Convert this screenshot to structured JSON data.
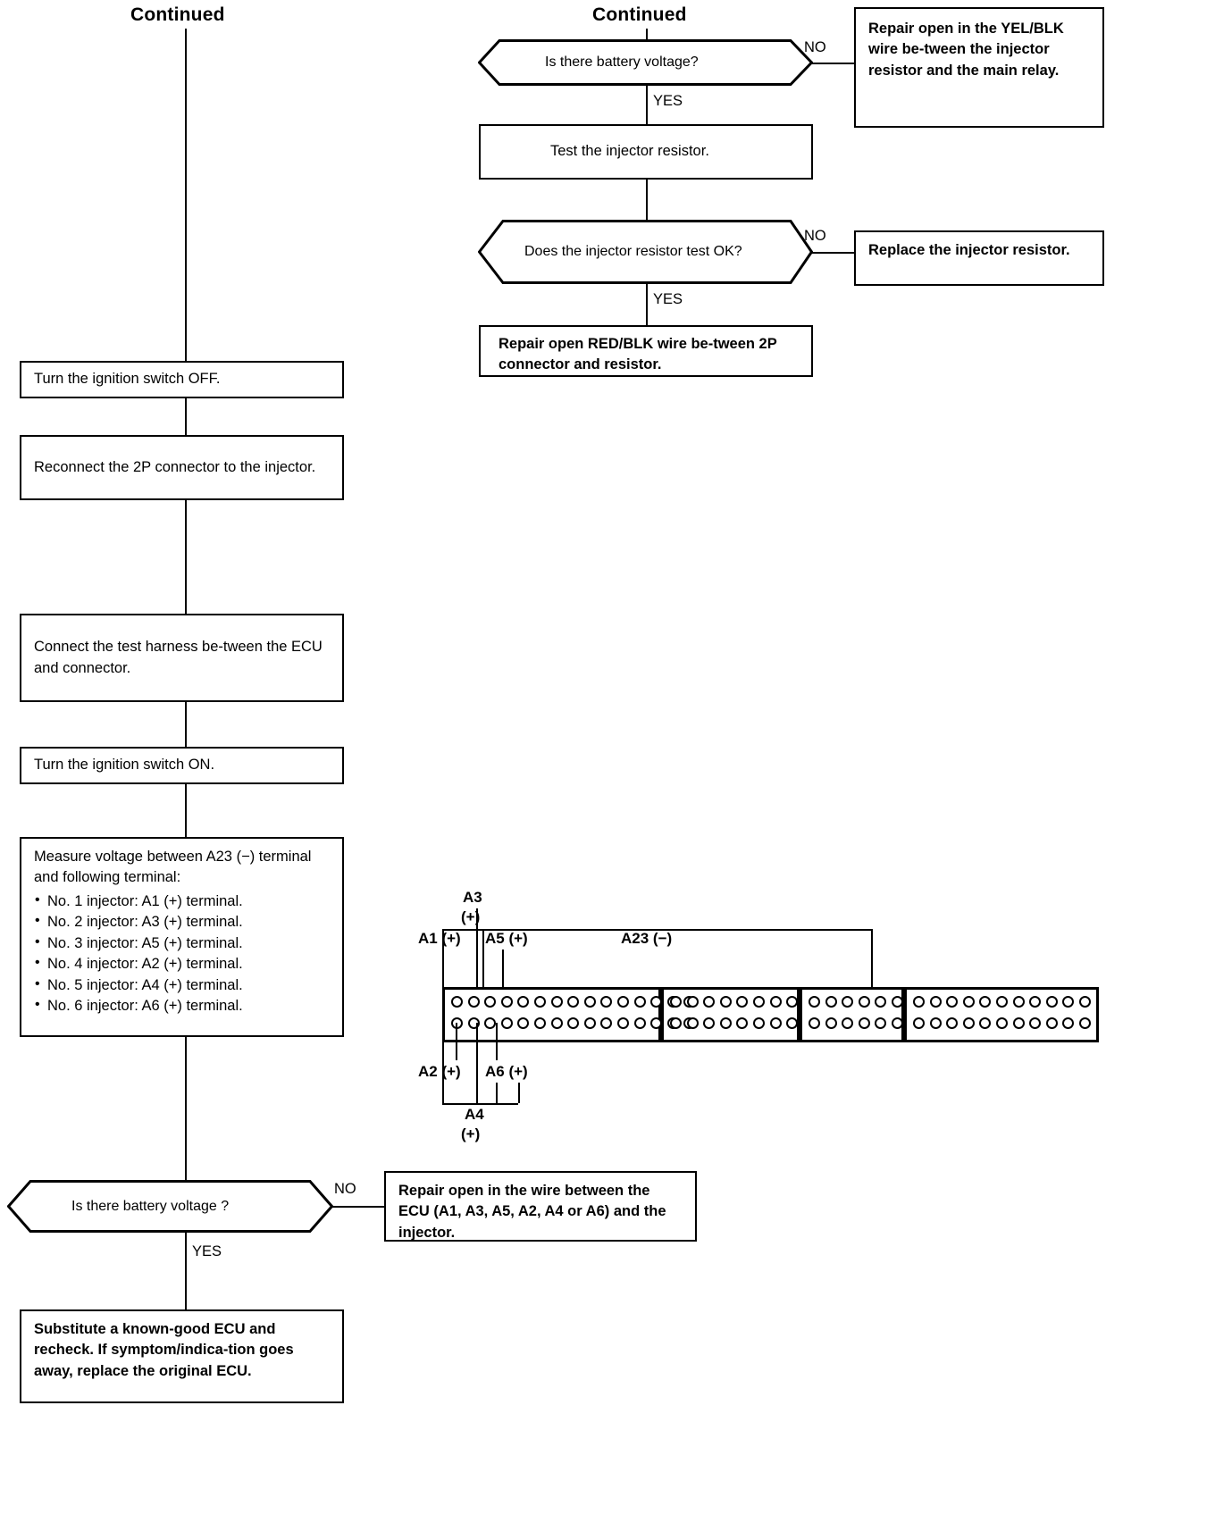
{
  "diagram": {
    "title_left": "Continued",
    "title_right": "Continued",
    "yes_label": "YES",
    "no_label": "NO"
  },
  "right_branch": {
    "d1": {
      "text": "Is there battery voltage?"
    },
    "d1_no": "NO",
    "d1_yes": "YES",
    "r1": {
      "text": "Repair open in the YEL/BLK wire be-tween the injector resistor and the main relay."
    },
    "p1": {
      "text": "Test the injector resistor."
    },
    "d2": {
      "text": "Does the injector resistor test OK?"
    },
    "d2_no": "NO",
    "d2_yes": "YES",
    "r2": {
      "text": "Replace the injector resistor."
    },
    "p2": {
      "text": "Repair open RED/BLK wire be-tween 2P connector and resistor."
    }
  },
  "left_branch": {
    "p1": {
      "text": "Turn the ignition switch OFF."
    },
    "p2": {
      "text": "Reconnect the 2P connector to the injector."
    },
    "p3": {
      "text": "Connect the test harness be-tween the ECU and connector."
    },
    "p4": {
      "text": "Turn the ignition switch ON."
    },
    "p5": {
      "heading": "Measure voltage between A23 (−) terminal and following terminal:",
      "items": [
        "No. 1 injector: A1 (+) terminal.",
        "No. 2 injector: A3 (+) terminal.",
        "No. 3 injector: A5 (+) terminal.",
        "No. 4 injector: A2 (+) terminal.",
        "No. 5 injector: A4 (+) terminal.",
        "No. 6 injector: A6 (+) terminal."
      ]
    },
    "d3": {
      "text": "Is there battery voltage ?"
    },
    "d3_no": "NO",
    "d3_yes": "YES",
    "r3": {
      "text": "Repair open in the wire between the ECU (A1, A3, A5, A2, A4 or A6) and the injector."
    },
    "p6": {
      "text": "Substitute a known-good ECU and recheck. If symptom/indica-tion goes away, replace the original ECU."
    }
  },
  "connector": {
    "labels": {
      "a3": "A3",
      "a3_sign": "(+)",
      "a1": "A1 (+)",
      "a5": "A5 (+)",
      "a23": "A23 (−)",
      "a2": "A2 (+)",
      "a6": "A6 (+)",
      "a4": "A4",
      "a4_sign": "(+)"
    },
    "blocks": [
      {
        "name": "block-1",
        "top_pins": 15,
        "bottom_pins": 15
      },
      {
        "name": "block-2",
        "top_pins": 8,
        "bottom_pins": 8
      },
      {
        "name": "block-3",
        "top_pins": 6,
        "bottom_pins": 6
      },
      {
        "name": "block-4",
        "top_pins": 11,
        "bottom_pins": 11
      }
    ]
  }
}
